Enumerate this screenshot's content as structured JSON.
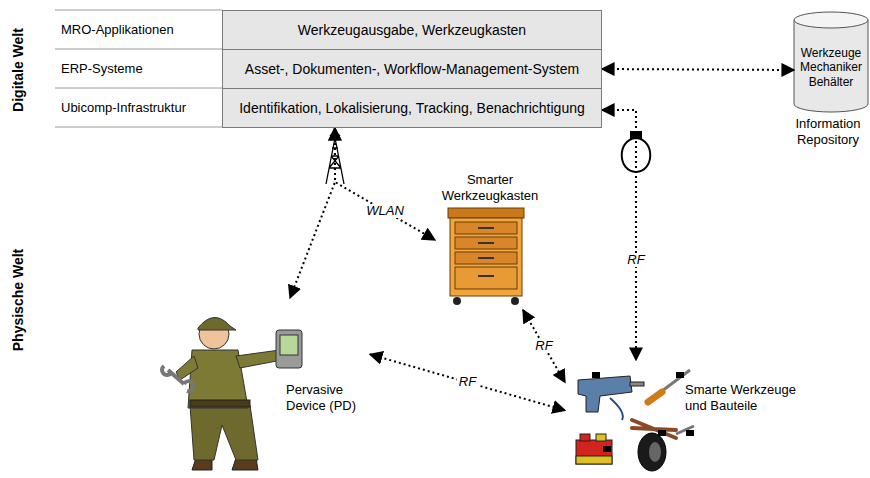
{
  "diagram": {
    "nodes": [
      {
        "text": [
          "MRO-Applikationen",
          "Werkzeugausgabe, Werkzeugkasten"
        ]
      },
      {
        "text": [
          "ERP-Systeme",
          "Asset-, Dokumenten-, Workflow-Management-System"
        ]
      },
      {
        "text": [
          "Ubicomp-Infrastruktur",
          "Identifikation, Lokalisierung, Tracking, Benachrichtigung"
        ]
      },
      {
        "text": [
          "Werkzeuge Mechaniker Behälter",
          "Information Repository"
        ]
      },
      {
        "text": [
          "Smarter Werkzeugkasten"
        ]
      },
      {
        "text": [
          "Pervasive Device (PD)"
        ]
      },
      {
        "text": [
          "Smarte Werkzeuge und Bauteile"
        ]
      }
    ],
    "edges": [
      {
        "from": 1,
        "to": 3,
        "arrow": "both"
      },
      {
        "from": 2,
        "to": 4,
        "label": "WLAN",
        "arrow": "both"
      },
      {
        "from": 2,
        "to": 5,
        "arrow": "both"
      },
      {
        "from": 2,
        "to": 6,
        "label": "RF",
        "arrow": "both"
      },
      {
        "from": 4,
        "to": 6,
        "label": "RF",
        "arrow": "both"
      },
      {
        "from": 5,
        "to": 6,
        "label": "RF",
        "arrow": "both"
      }
    ],
    "labels": [
      "Digitale Welt",
      "Physische Welt"
    ]
  }
}
